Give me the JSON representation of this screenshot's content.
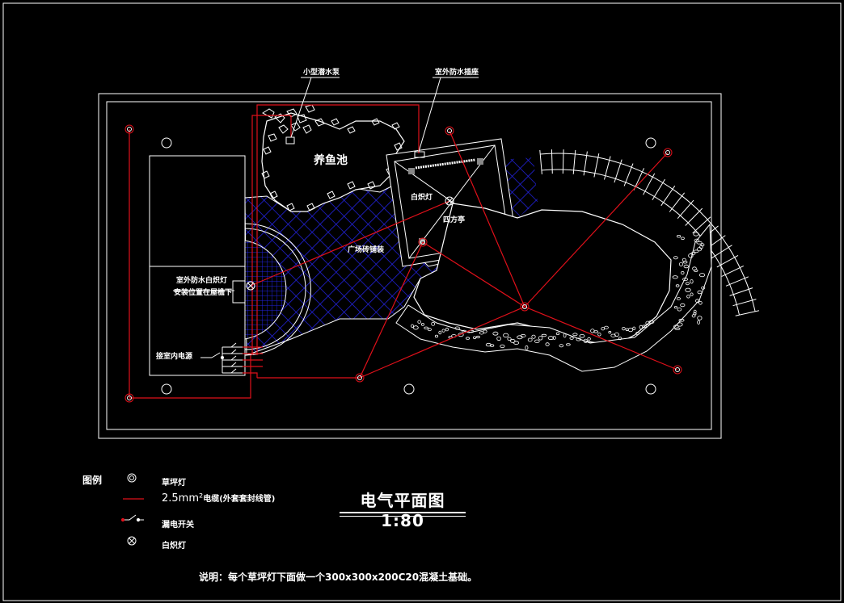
{
  "plan": {
    "labels": {
      "pump": "小型潜水泵",
      "socket": "室外防水插座",
      "pond": "养鱼池",
      "incandescent": "白炽灯",
      "pavilion": "四方亭",
      "plaza": "广场砖铺装",
      "wall_light_1": "室外防水白炽灯",
      "wall_light_2": "安装位置在屋檐下",
      "indoor_power": "接室内电源"
    }
  },
  "colors": {
    "wire": "#e0101a",
    "paving": "#1a1ad0",
    "lines": "#ffffff",
    "background": "#000000"
  },
  "legend": {
    "heading": "图例",
    "items": [
      {
        "icon": "lawn-lamp-icon",
        "label": "草坪灯"
      },
      {
        "icon": "cable-line-icon",
        "size": "2.5mm²",
        "label": "电缆(外套套封线管)"
      },
      {
        "icon": "leakage-switch-icon",
        "label": "漏电开关"
      },
      {
        "icon": "incandescent-lamp-icon",
        "label": "白炽灯"
      }
    ]
  },
  "title": "电气平面图 1:80",
  "note": "说明：每个草坪灯下面做一个300x300x200C20混凝土基础。"
}
